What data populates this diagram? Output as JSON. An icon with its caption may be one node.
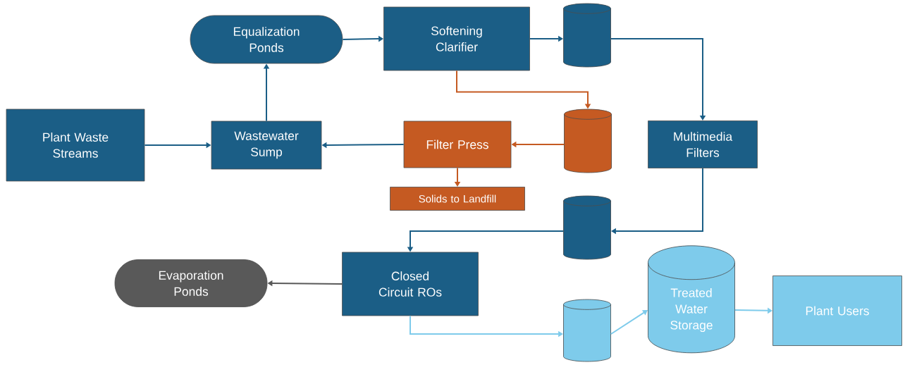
{
  "diagram": {
    "nodes": [
      {
        "text": [
          "Equalization Ponds"
        ]
      },
      {
        "text": [
          "Softening Clarifier"
        ]
      },
      {
        "text": [],
        "shape": "cylinder"
      },
      {
        "text": [
          "Plant Waste Streams"
        ]
      },
      {
        "text": [
          "Wastewater Sump"
        ]
      },
      {
        "text": [
          "Filter Press"
        ]
      },
      {
        "text": [],
        "shape": "cylinder"
      },
      {
        "text": [
          "Multimedia Filters"
        ]
      },
      {
        "text": [
          "Solids to Landfill"
        ]
      },
      {
        "text": [],
        "shape": "cylinder"
      },
      {
        "text": [
          "Evaporation Ponds"
        ]
      },
      {
        "text": [
          "Closed Circuit ROs"
        ]
      },
      {
        "text": [
          "Treated Water Storage"
        ]
      },
      {
        "text": [
          "Plant Users"
        ]
      },
      {
        "text": [],
        "shape": "cylinder"
      }
    ],
    "edges": [
      {
        "from": 3,
        "to": 4,
        "arrow": "to"
      },
      {
        "from": 4,
        "to": 0,
        "arrow": "to"
      },
      {
        "from": 0,
        "to": 1,
        "arrow": "to"
      },
      {
        "from": 1,
        "to": 2,
        "arrow": "to"
      },
      {
        "from": 2,
        "to": 7,
        "arrow": "to"
      },
      {
        "from": 1,
        "to": 6,
        "arrow": "to",
        "color": "#c55a22"
      },
      {
        "from": 6,
        "to": 5,
        "arrow": "to",
        "color": "#c55a22"
      },
      {
        "from": 5,
        "to": 4,
        "arrow": "to"
      },
      {
        "from": 5,
        "to": 8,
        "arrow": "to",
        "color": "#c55a22"
      },
      {
        "from": 7,
        "to": 9,
        "arrow": "to"
      },
      {
        "from": 9,
        "to": 11,
        "arrow": "to"
      },
      {
        "from": 11,
        "to": 10,
        "arrow": "to",
        "color": "#595959"
      },
      {
        "from": 11,
        "to": 14,
        "arrow": "to",
        "color": "#7ecbeb"
      },
      {
        "from": 14,
        "to": 12,
        "arrow": "to",
        "color": "#7ecbeb"
      },
      {
        "from": 12,
        "to": 13,
        "arrow": "to",
        "color": "#7ecbeb"
      }
    ]
  }
}
